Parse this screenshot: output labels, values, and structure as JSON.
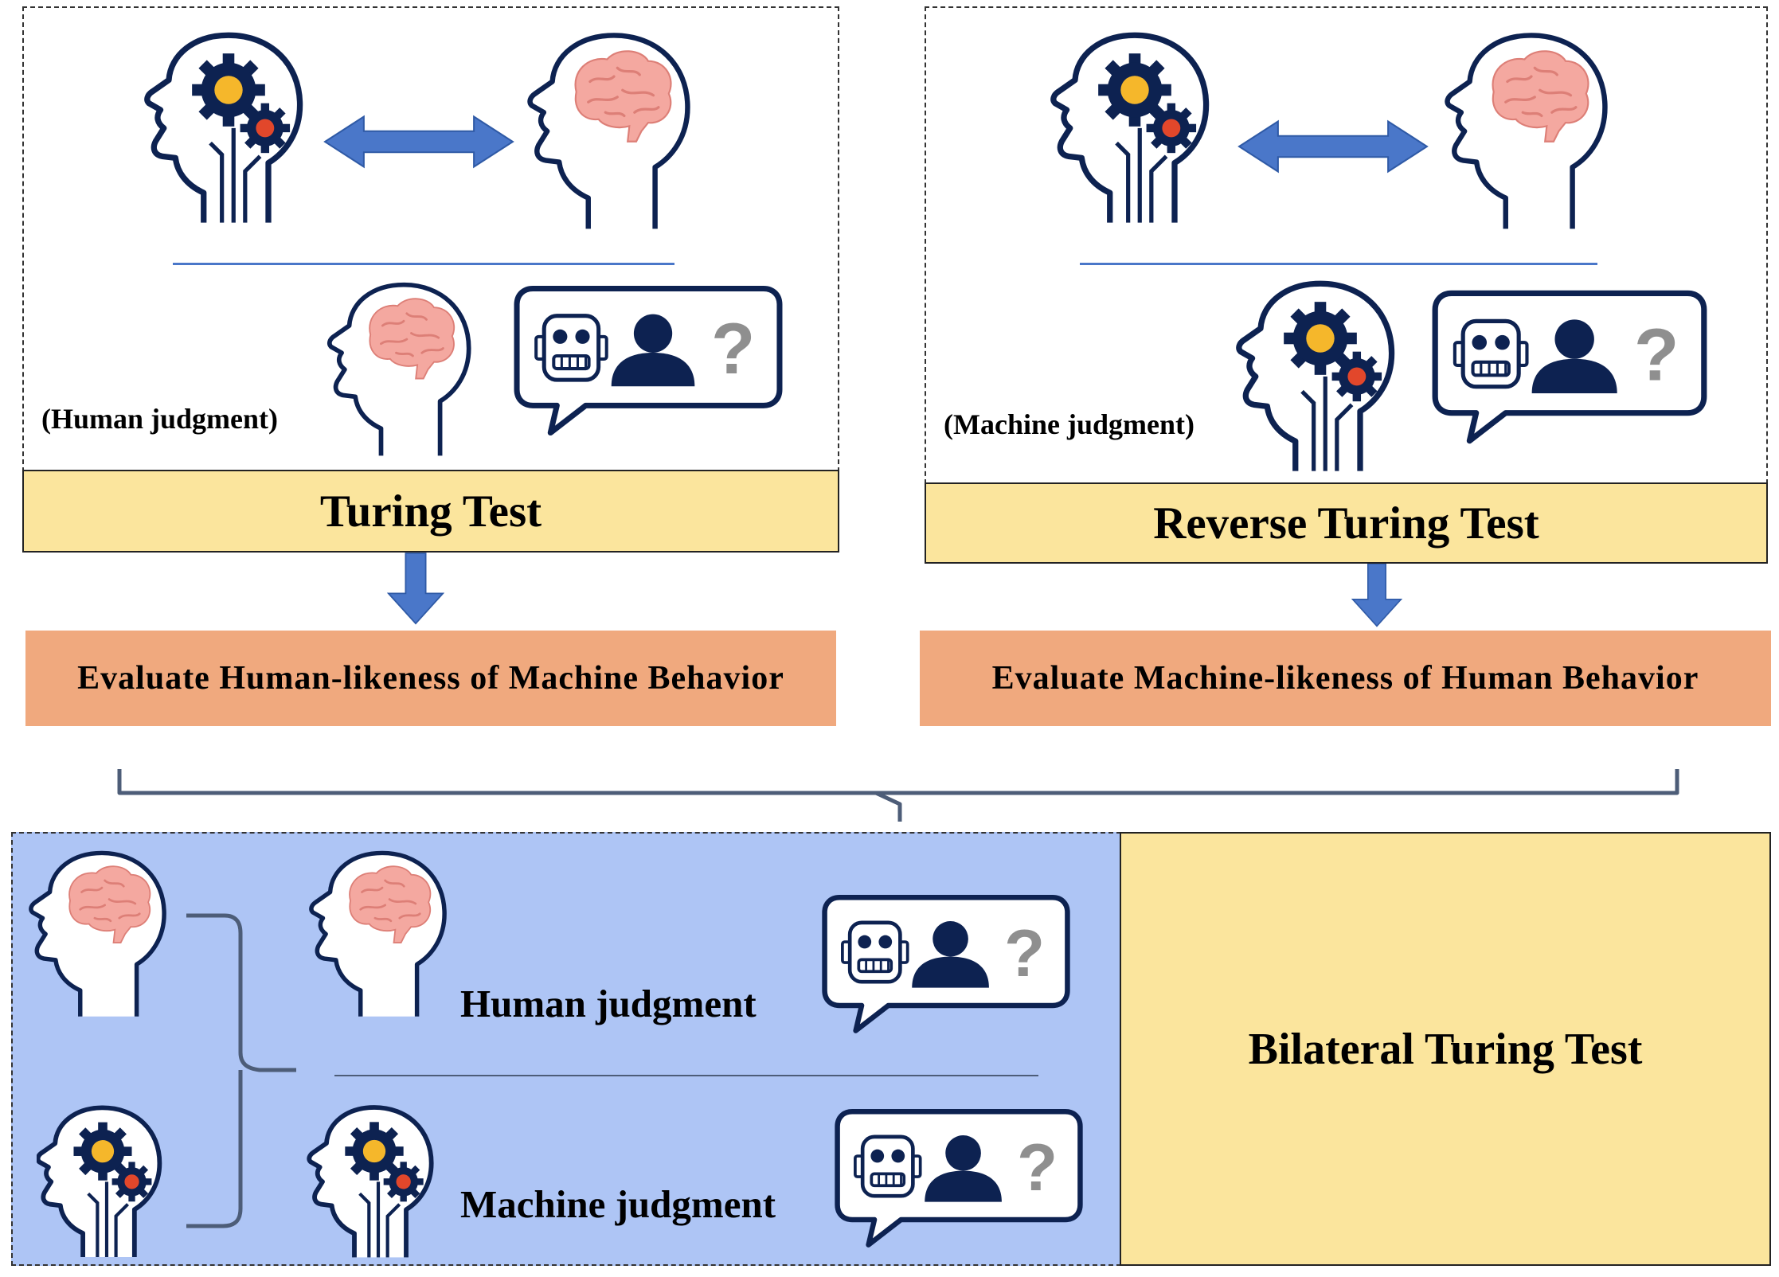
{
  "turing": {
    "title": "Turing Test",
    "judgment": "(Human judgment)",
    "evaluation": "Evaluate Human-likeness of Machine Behavior"
  },
  "reverse": {
    "title": "Reverse Turing Test",
    "judgment": "(Machine judgment)",
    "evaluation": "Evaluate Machine-likeness of Human Behavior"
  },
  "bilateral": {
    "title": "Bilateral Turing Test",
    "human_judgment": "Human judgment",
    "machine_judgment": "Machine judgment"
  },
  "bubble": {
    "question": "?"
  },
  "icons": {
    "machine_head": "machine-head-icon",
    "human_head": "human-head-icon",
    "bubble": "speech-bubble-icon",
    "robot": "robot-icon",
    "person": "person-icon"
  },
  "colors": {
    "navy": "#0d2251",
    "gold": "#f5b72b",
    "red": "#e2472b",
    "brain": "#f4a8a0",
    "arrow": "#4a77c9",
    "yellow": "#fbe59d",
    "orange": "#f0a97e",
    "blue_panel": "#aec5f5"
  }
}
